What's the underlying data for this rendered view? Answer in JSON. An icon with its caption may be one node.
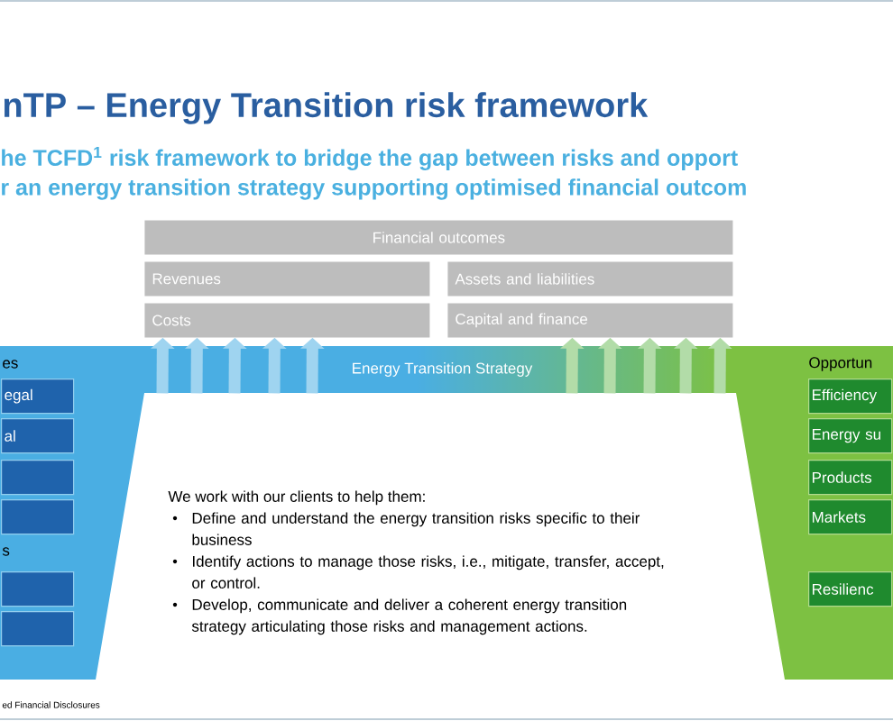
{
  "diagram": {
    "title": "nTP – Energy Transition risk framework",
    "nodes": [
      {
        "text": [
          "Financial outcomes"
        ]
      },
      {
        "text": [
          "Revenues"
        ]
      },
      {
        "text": [
          "Assets and liabilities"
        ]
      },
      {
        "text": [
          "Costs"
        ]
      },
      {
        "text": [
          "Capital and finance"
        ]
      },
      {
        "text": [
          "Energy Transition Strategy"
        ]
      },
      {
        "text": [
          "es",
          "s"
        ]
      },
      {
        "text": [
          "egal"
        ],
        "in": 6
      },
      {
        "text": [
          "al"
        ],
        "in": 6
      },
      {
        "text": [],
        "shape": "box",
        "in": 6
      },
      {
        "text": [],
        "shape": "box",
        "in": 6
      },
      {
        "text": [],
        "shape": "box",
        "in": 6
      },
      {
        "text": [],
        "shape": "box",
        "in": 6
      },
      {
        "text": [
          "Opportun"
        ]
      },
      {
        "text": [
          "Efficiency"
        ],
        "in": 13
      },
      {
        "text": [
          "Energy su"
        ],
        "in": 13
      },
      {
        "text": [
          "Products"
        ],
        "in": 13
      },
      {
        "text": [
          "Markets"
        ],
        "in": 13
      },
      {
        "text": [
          "Resilienc"
        ],
        "in": 13
      }
    ],
    "edges": [
      {
        "from": 5,
        "to": 3,
        "arrow": "to",
        "color": "#9fd4f0"
      },
      {
        "from": 5,
        "to": 3,
        "arrow": "to",
        "color": "#9fd4f0"
      },
      {
        "from": 5,
        "to": 3,
        "arrow": "to",
        "color": "#9fd4f0"
      },
      {
        "from": 5,
        "to": 3,
        "arrow": "to",
        "color": "#9fd4f0"
      },
      {
        "from": 5,
        "to": 3,
        "arrow": "to",
        "color": "#9fd4f0"
      },
      {
        "from": 5,
        "to": 4,
        "arrow": "to",
        "color": "#b2dca8"
      },
      {
        "from": 5,
        "to": 4,
        "arrow": "to",
        "color": "#b2dca8"
      },
      {
        "from": 5,
        "to": 4,
        "arrow": "to",
        "color": "#b2dca8"
      },
      {
        "from": 5,
        "to": 4,
        "arrow": "to",
        "color": "#b2dca8"
      },
      {
        "from": 5,
        "to": 4,
        "arrow": "to",
        "color": "#b2dca8"
      }
    ],
    "labels": [
      "he TCFD$^{1}$ risk framework to bridge the gap between risks and opport",
      "r an energy transition strategy supporting optimised financial outcom",
      "We work with our clients to help them:",
      "Define and understand the energy transition risks specific to their business",
      "Identify actions to manage those risks, i.e., mitigate, transfer, accept, or control.",
      "Develop, communicate and deliver a coherent energy transition strategy articulating those risks and management actions.",
      "ed Financial Disclosures"
    ]
  }
}
